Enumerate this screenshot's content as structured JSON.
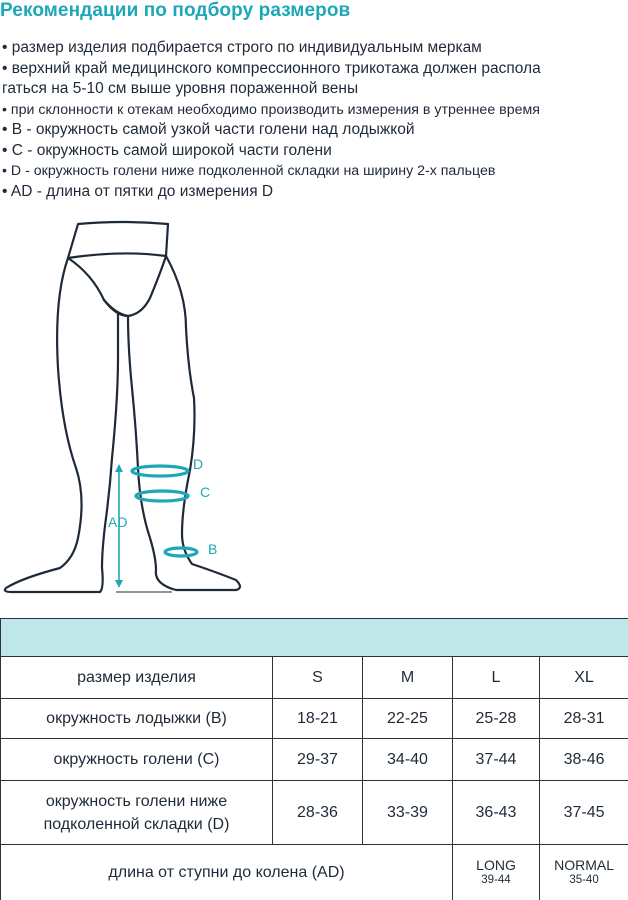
{
  "title": "Рекомендации по подбору размеров",
  "bullets": [
    "• размер изделия подбирается строго по индивидуальным меркам",
    "• верхний край медицинского компрессионного трикотажа должен распола гаться на 5-10 см выше уровня пораженной вены",
    "• при склонности к отекам необходимо производить измерения в утреннее время",
    "• B - окружность самой узкой части голени над лодыжкой",
    "• C - окружность самой широкой части голени",
    "• D - окружность голени ниже подколенной складки на ширину 2-х пальцев",
    "• AD - длина от пятки до измерения D"
  ],
  "bullet_line2a": "• верхний край медицинского компрессионного трикотажа должен распола",
  "bullet_line2b": "гаться на 5-10 см выше уровня пораженной вены",
  "figure": {
    "label_d": "D",
    "label_c": "C",
    "label_b": "B",
    "label_ad": "AD",
    "accent_color": "#1ea7b8",
    "outline_color": "#1f2a38"
  },
  "table": {
    "header_color": "#bfe6e9",
    "columns": [
      "размер изделия",
      "S",
      "M",
      "L",
      "XL"
    ],
    "rows": [
      [
        "окружность лодыжки (B)",
        "18-21",
        "22-25",
        "25-28",
        "28-31"
      ],
      [
        "окружность голени (C)",
        "29-37",
        "34-40",
        "37-44",
        "38-46"
      ],
      [
        "окружность голени ниже подколенной складки (D)",
        "28-36",
        "33-39",
        "36-43",
        "37-45"
      ]
    ],
    "row_d_line1": "окружность голени ниже",
    "row_d_line2": "подколенной складки (D)",
    "length_row": {
      "label": "длина от ступни до колена (AD)",
      "long_label": "LONG",
      "long_range": "39-44",
      "normal_label": "NORMAL",
      "normal_range": "35-40"
    }
  }
}
